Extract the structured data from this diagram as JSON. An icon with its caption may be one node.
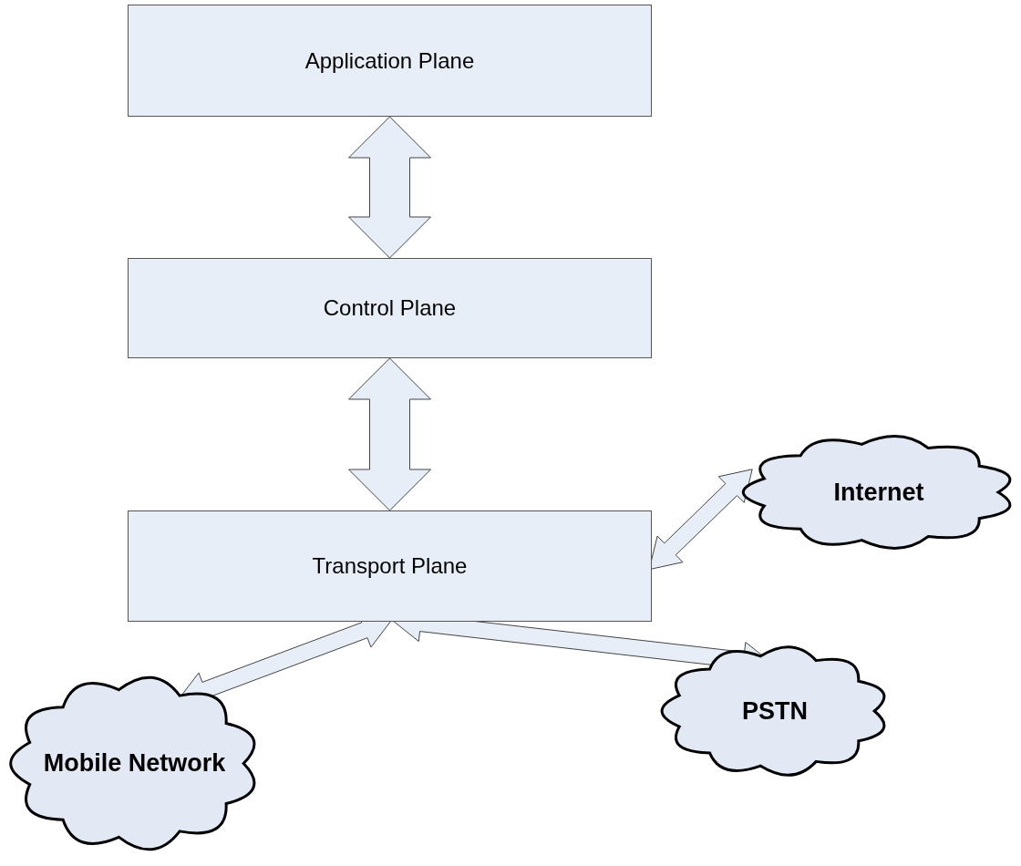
{
  "diagram": {
    "nodes": [
      {
        "text": [
          "Application Plane"
        ]
      },
      {
        "text": [
          "Control Plane"
        ]
      },
      {
        "text": [
          "Transport Plane"
        ]
      },
      {
        "text": [
          "Internet"
        ]
      },
      {
        "text": [
          "PSTN"
        ]
      },
      {
        "text": [
          "Mobile Network"
        ]
      }
    ],
    "edges": [
      {
        "from": 0,
        "to": 1,
        "arrow": "both"
      },
      {
        "from": 1,
        "to": 2,
        "arrow": "both"
      },
      {
        "from": 2,
        "to": 3,
        "arrow": "both"
      },
      {
        "from": 2,
        "to": 5,
        "arrow": "both"
      },
      {
        "from": 2,
        "to": 4,
        "arrow": "both"
      }
    ]
  }
}
